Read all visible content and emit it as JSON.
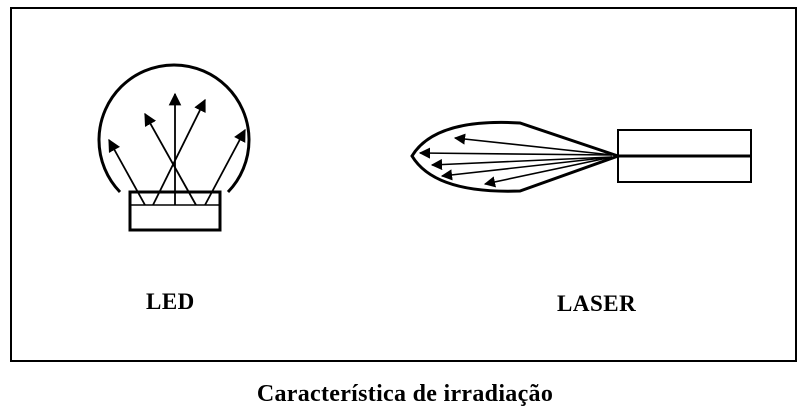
{
  "caption": "Característica de irradiação",
  "led": {
    "label": "LED"
  },
  "laser": {
    "label": "LASER"
  },
  "colors": {
    "stroke": "#000000",
    "background": "#ffffff"
  }
}
